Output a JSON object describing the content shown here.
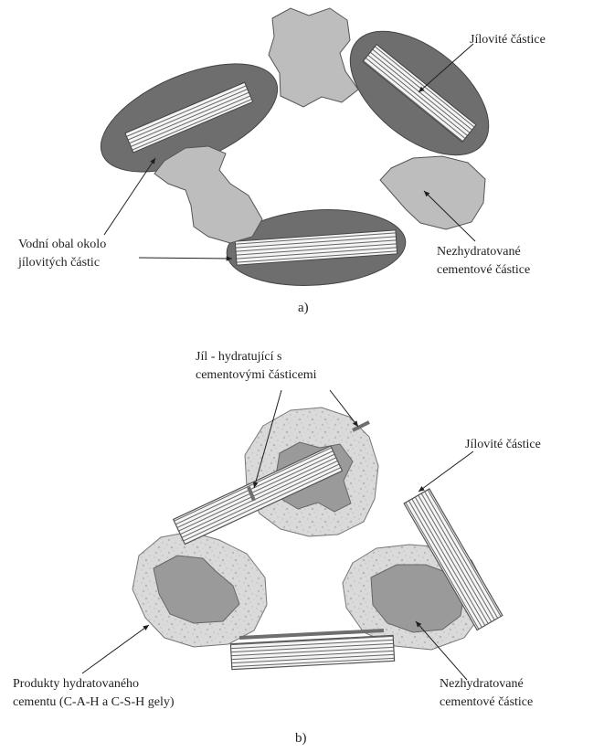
{
  "diagram_a": {
    "caption": "a)",
    "labels": {
      "clay_particles": "Jílovité částice",
      "water_film_line1": "Vodní obal okolo",
      "water_film_line2": "jílovitých částic",
      "unhydrated_line1": "Nezhydratované",
      "unhydrated_line2": "cementové částice"
    }
  },
  "diagram_b": {
    "caption": "b)",
    "labels": {
      "clay_hydrating_line1": "Jíl - hydratující s",
      "clay_hydrating_line2": "cementovými částicemi",
      "clay_particles": "Jílovité částice",
      "products_line1": "Produkty hydratovaného",
      "products_line2": "cementu (C-A-H a C-S-H gely)",
      "unhydrated_line1": "Nezhydratované",
      "unhydrated_line2": "cementové částice"
    }
  },
  "colors": {
    "water_film": "#6e6e6e",
    "cement_particle": "#bdbdbd",
    "cement_core": "#9a9a9a",
    "hydration_products": "#dcdcdc",
    "clay_hatch": "#555555",
    "clay_fill": "#f4f4f4"
  }
}
